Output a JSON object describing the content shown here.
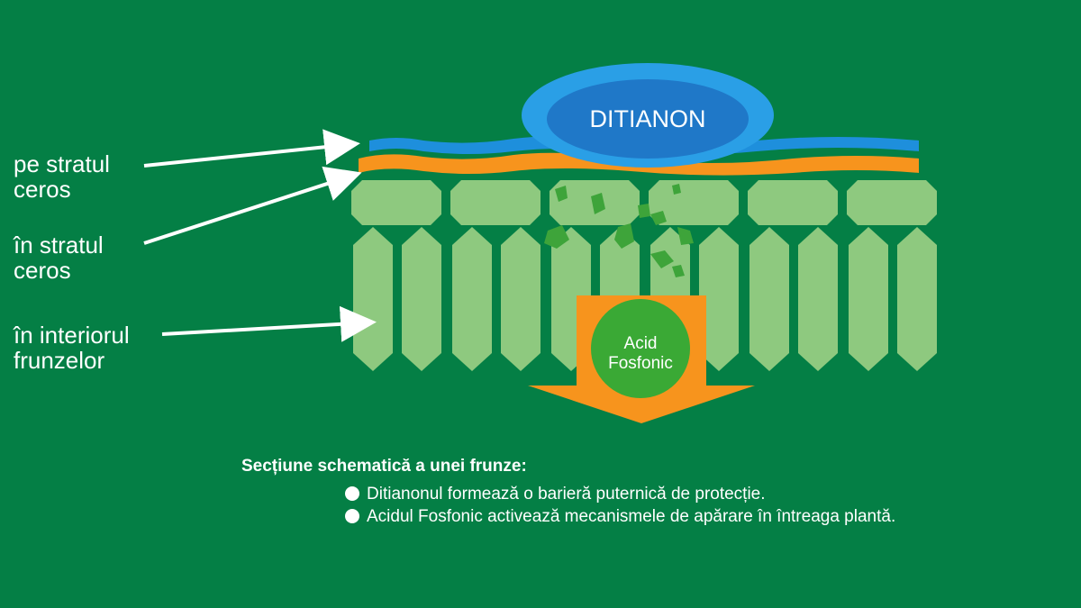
{
  "labels": {
    "waxy_surface": "pe stratul\nceros",
    "waxy_inside": "în stratul\nceros",
    "leaf_interior": "în interiorul\nfrunzelor"
  },
  "ditianon_label": "DITIANON",
  "acid_label_line1": "Acid",
  "acid_label_line2": "Fosfonic",
  "caption": {
    "title": "Secțiune schematică a unei frunze:",
    "bullets": [
      "Ditianonul formează o barieră puternică de protecție.",
      "Acidul Fosfonic activează mecanismele de apărare în întreaga plantă."
    ]
  },
  "colors": {
    "background": "#047f45",
    "cell": "#8ec97f",
    "ditianon_blue": "#1e8fdc",
    "orange": "#f7941d",
    "acid_circle": "#3aa935",
    "particle": "#3ea43a"
  }
}
